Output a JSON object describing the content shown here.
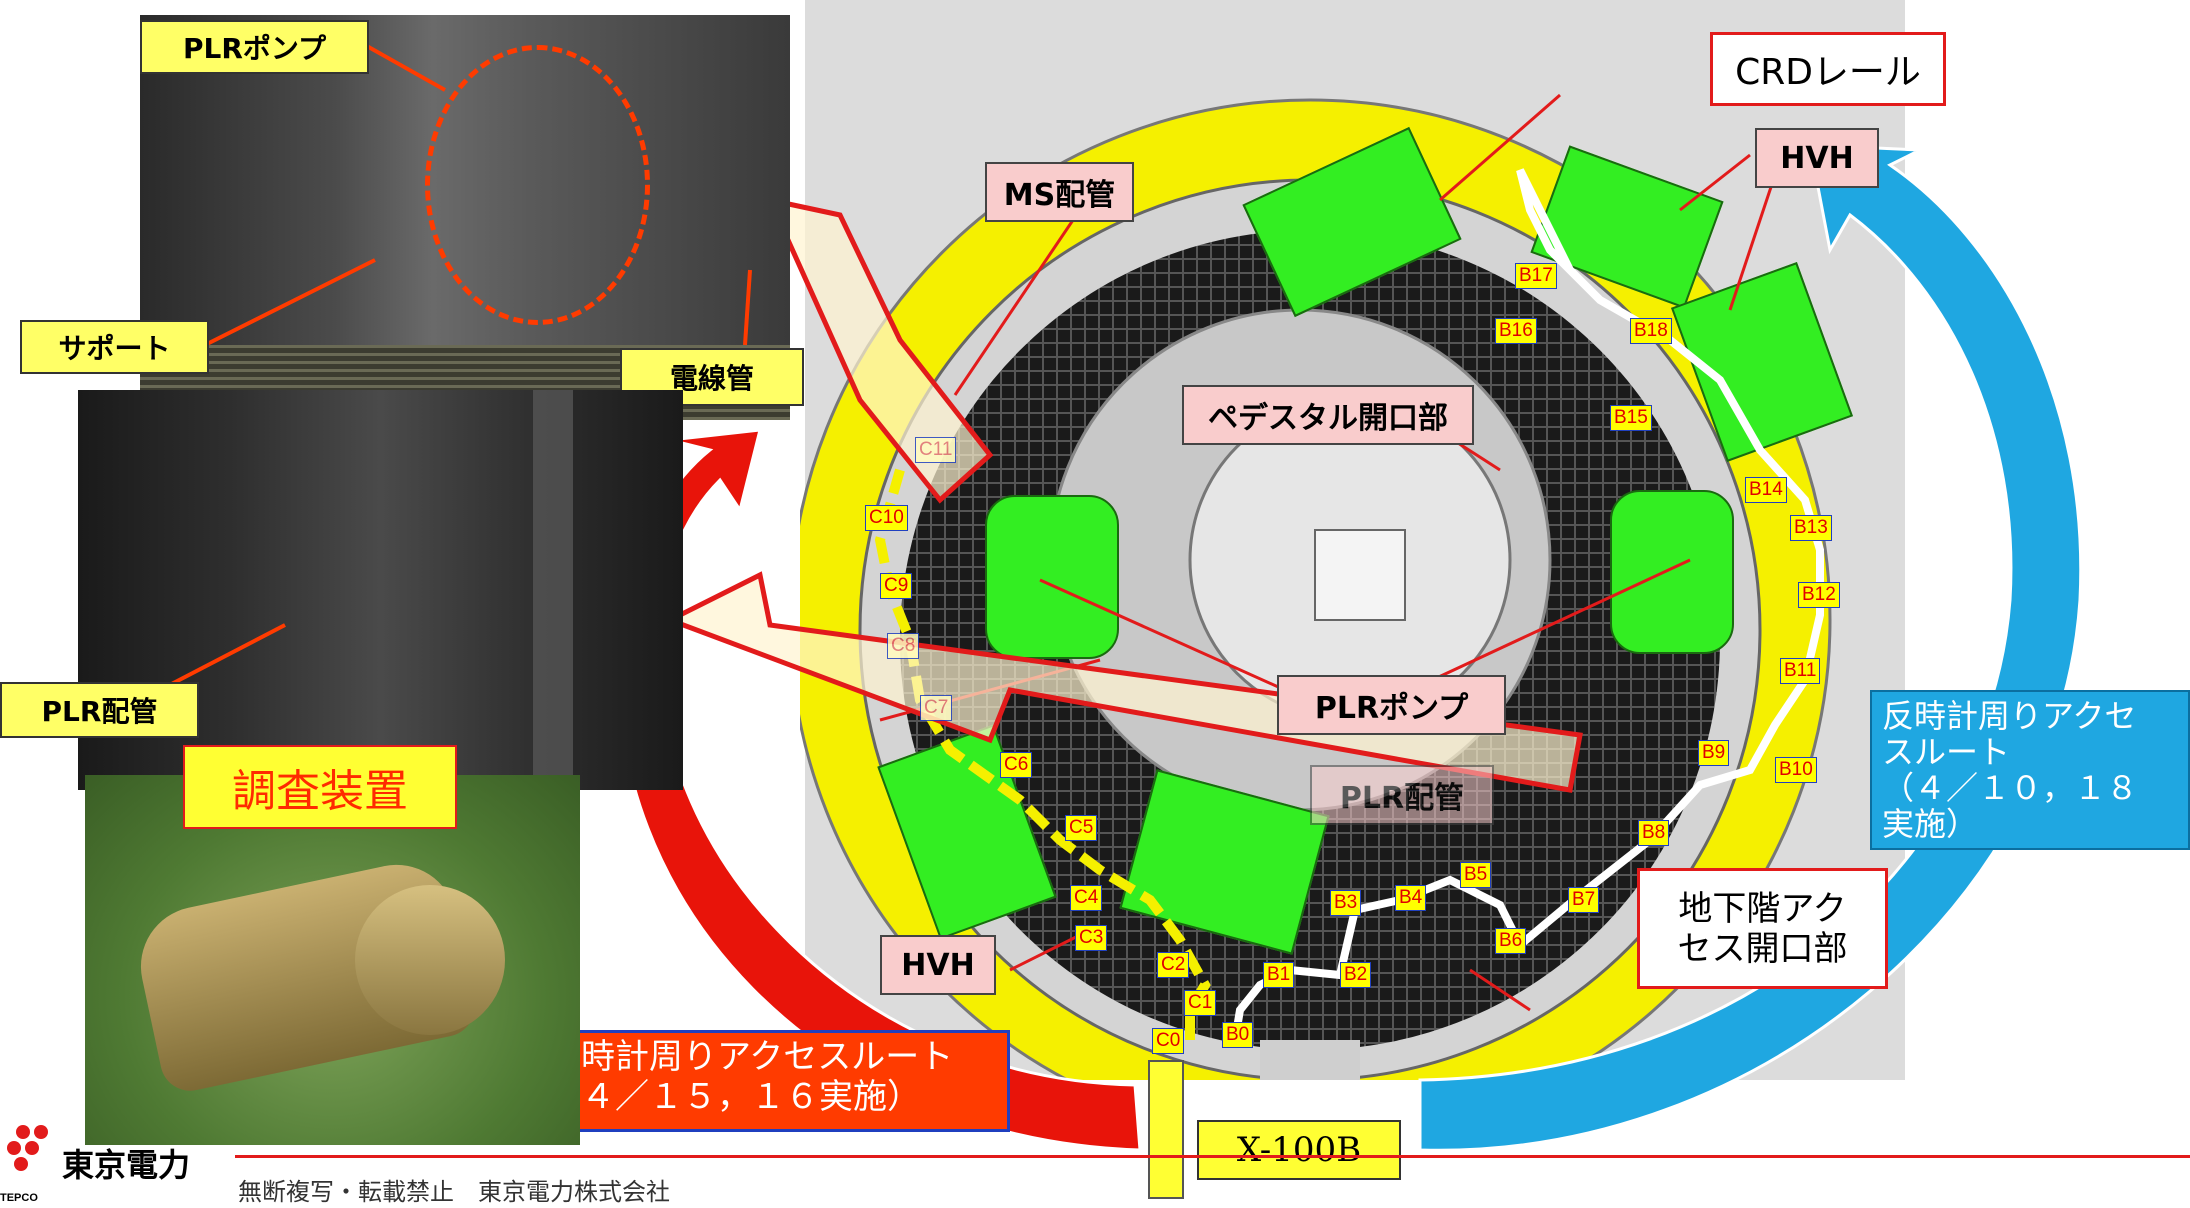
{
  "photos": {
    "top_labels": {
      "plr_pump": "PLRポンプ",
      "support": "サポート",
      "conduit": "電線管"
    },
    "middle_labels": {
      "plr_piping": "PLR配管"
    },
    "device_label": "調査装置"
  },
  "diagram": {
    "labels": {
      "crd_rail": "CRDレール",
      "hvh_top": "HVH",
      "ms_piping": "MS配管",
      "pedestal_opening": "ペデスタル開口部",
      "plr_pump": "PLRポンプ",
      "plr_piping": "PLR配管",
      "basement_opening_line1": "地下階アク",
      "basement_opening_line2": "セス開口部",
      "hvh_bottom": "HVH",
      "x100b": "X-100B"
    },
    "nodes_c": [
      "C0",
      "C1",
      "C2",
      "C3",
      "C4",
      "C5",
      "C6",
      "C7",
      "C8",
      "C9",
      "C10",
      "C11"
    ],
    "nodes_b": [
      "B0",
      "B1",
      "B2",
      "B3",
      "B4",
      "B5",
      "B6",
      "B7",
      "B8",
      "B9",
      "B10",
      "B11",
      "B12",
      "B13",
      "B14",
      "B15",
      "B16",
      "B17",
      "B18"
    ]
  },
  "routes": {
    "blue_line1": "反時計周りアクセ",
    "blue_line2": "スルート",
    "blue_line3": "（４／１０，１８",
    "blue_line4": "実施）",
    "red_line1": "反時計周りアクセスルート",
    "red_line2": "（４／１５，１６実施）"
  },
  "footer": {
    "company": "東京電力",
    "tepco": "TEPCO",
    "notice": "無断複写・転載禁止　東京電力株式会社"
  },
  "colors": {
    "ring_yellow": "#f5f000",
    "equipment_green": "#33ee22",
    "route_blue": "#1fa7e1",
    "route_red": "#e8140a",
    "label_yellow": "#ffff66",
    "label_pink": "#f9cccc"
  }
}
